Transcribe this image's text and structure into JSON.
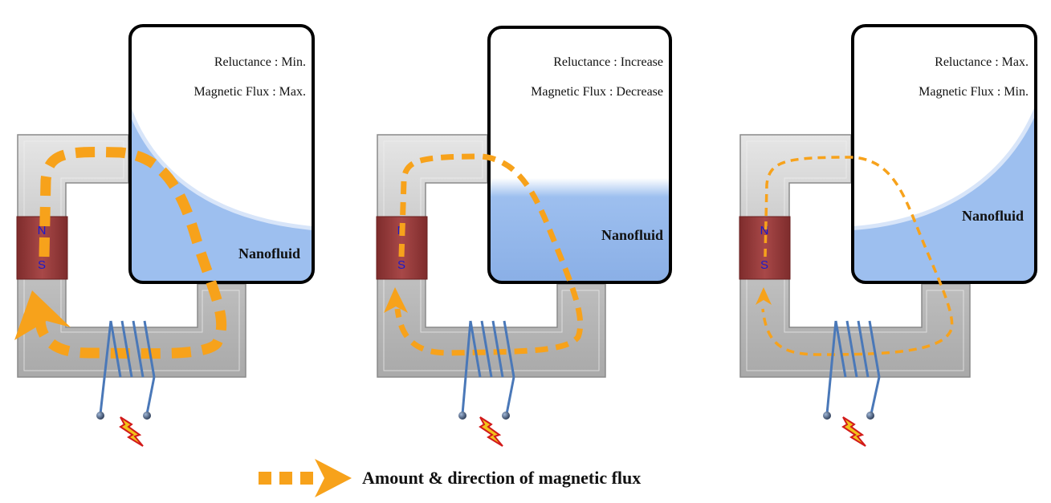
{
  "panels": [
    {
      "reluctance": "Reluctance : Min.",
      "flux": "Magnetic Flux : Max.",
      "fluid_label": "Nanofluid",
      "flux_level": "max"
    },
    {
      "reluctance": "Reluctance : Increase",
      "flux": "Magnetic Flux : Decrease",
      "fluid_label": "Nanofluid",
      "flux_level": "decrease"
    },
    {
      "reluctance": "Reluctance : Max.",
      "flux": "Magnetic Flux : Min.",
      "fluid_label": "Nanofluid",
      "flux_level": "min"
    }
  ],
  "magnet": {
    "north": "N",
    "south": "S"
  },
  "legend": {
    "label": "Amount & direction of magnetic flux"
  },
  "icons": {
    "power": "lightning-bolt-icon",
    "flux": "dashed-arrow-icon"
  },
  "colors": {
    "flux": "#f7a21b",
    "fluid": "#9dbfef",
    "magnet": "#9a3c3c",
    "core": "#c8c8c8",
    "coil": "#4a78b8"
  }
}
